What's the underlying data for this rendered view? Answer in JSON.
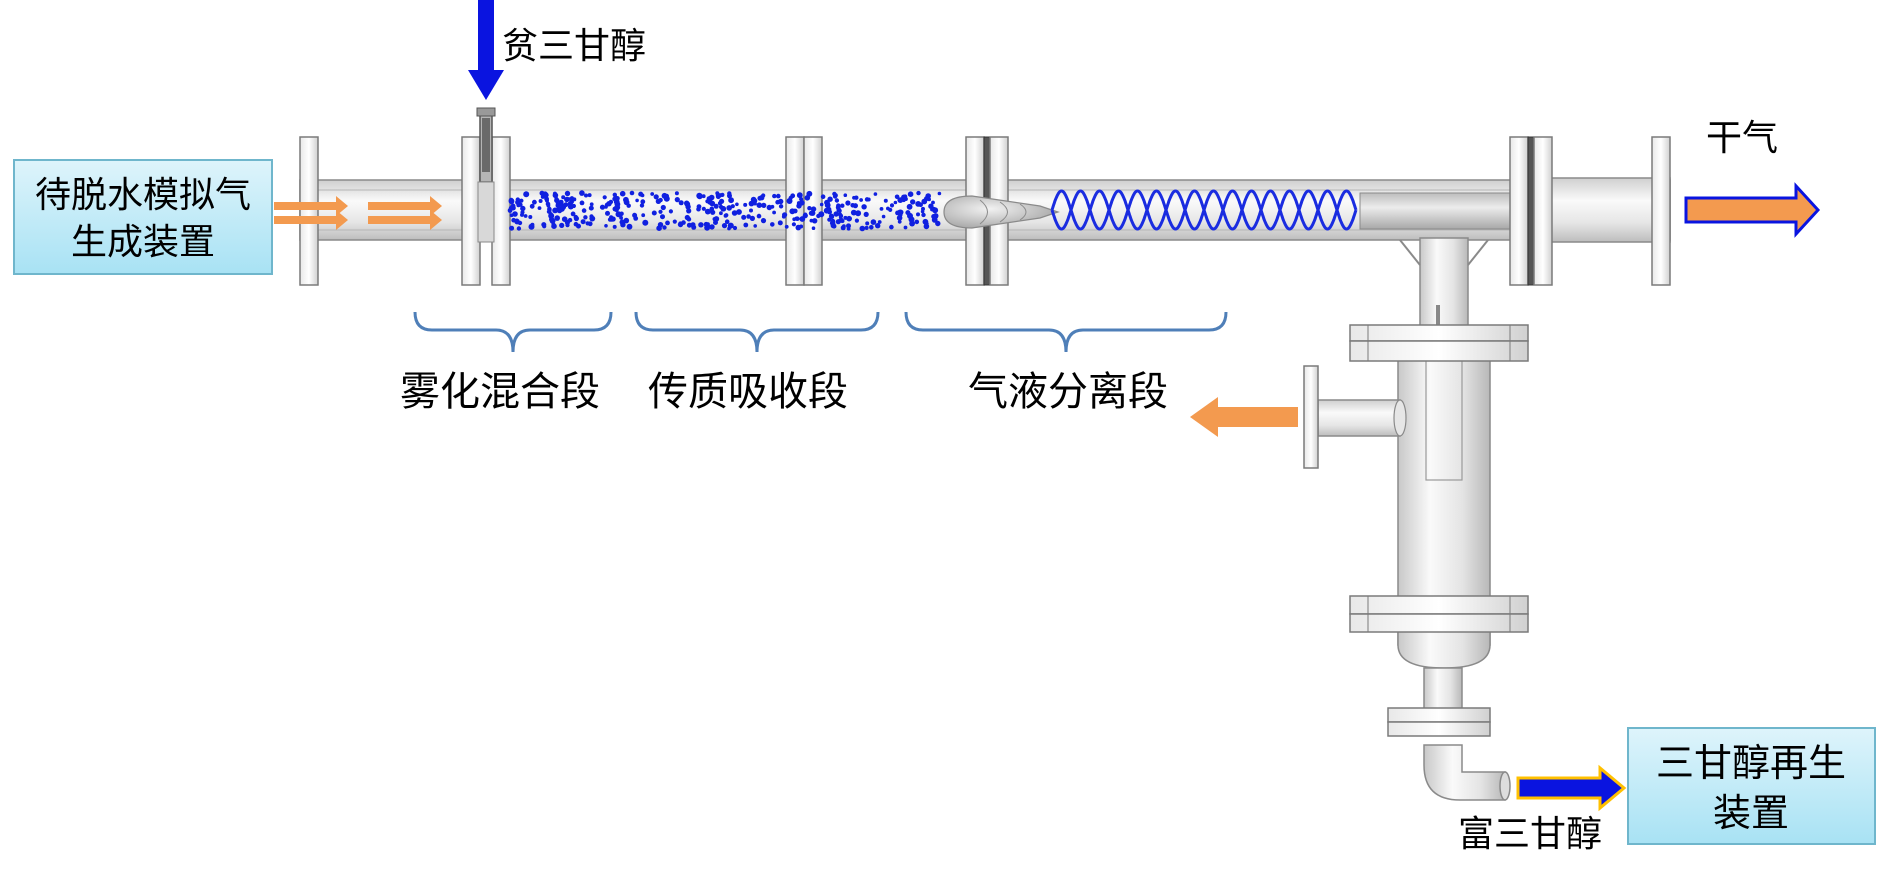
{
  "boxes": {
    "source": {
      "line1": "待脱水模拟气",
      "line2": "生成装置"
    },
    "regen": {
      "line1": "三甘醇再生",
      "line2": "装置"
    }
  },
  "labels": {
    "lean_teg": "贫三甘醇",
    "dry_gas": "干气",
    "rich_teg": "富三甘醇"
  },
  "sections": {
    "atomize_mix": "雾化混合段",
    "mass_transfer": "传质吸收段",
    "separation": "气液分离段"
  },
  "colors": {
    "gas_arrow": "#f39a4f",
    "liquid_arrow": "#0a14e0",
    "droplets": "#1020e0",
    "spiral": "#1a2ce0",
    "brace": "#4f7fb8",
    "box_fill_top": "#def4fb",
    "box_fill_bottom": "#a8e2f4",
    "box_border": "#6fb6cc",
    "arrow_outline": "#ffc000"
  }
}
